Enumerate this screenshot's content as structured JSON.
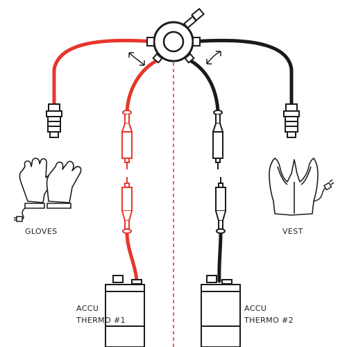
{
  "labels": {
    "gloves": "GLOVES",
    "vest": "VEST",
    "thermo1_line1": "ACCU",
    "thermo1_line2": "THERMO #1",
    "thermo2_line1": "ACCU",
    "thermo2_line2": "THERMO #2"
  },
  "colors": {
    "red_cable": "#e8352c",
    "black_cable": "#1a1a1a",
    "divider": "#d9352c"
  },
  "icons": [
    "junction-hub-icon",
    "gloves-icon",
    "vest-icon",
    "plug-icon",
    "swap-arrow-icon",
    "battery-icon"
  ]
}
